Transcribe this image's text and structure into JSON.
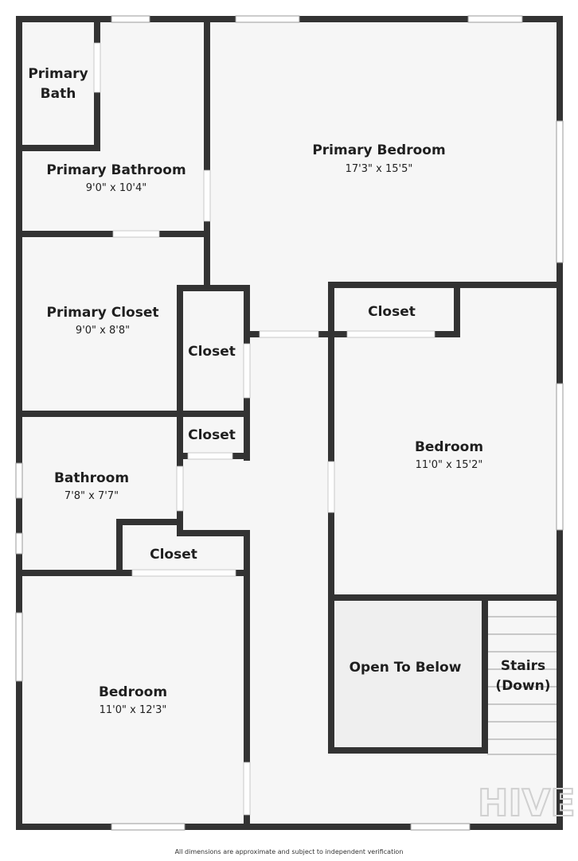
{
  "rooms": {
    "primary_bath": {
      "line1": "Primary",
      "line2": "Bath"
    },
    "primary_bathroom": {
      "name": "Primary Bathroom",
      "dims": "9'0\" x 10'4\""
    },
    "primary_bedroom": {
      "name": "Primary Bedroom",
      "dims": "17'3\" x 15'5\""
    },
    "primary_closet": {
      "name": "Primary Closet",
      "dims": "9'0\" x 8'8\""
    },
    "closet_hall_upper": {
      "name": "Closet"
    },
    "closet_hall_lower": {
      "name": "Closet"
    },
    "closet_bedroom_right": {
      "name": "Closet"
    },
    "closet_bath": {
      "name": "Closet"
    },
    "bathroom": {
      "name": "Bathroom",
      "dims": "7'8\" x 7'7\""
    },
    "bedroom_right": {
      "name": "Bedroom",
      "dims": "11'0\" x 15'2\""
    },
    "bedroom_left": {
      "name": "Bedroom",
      "dims": "11'0\" x 12'3\""
    },
    "open_to_below": {
      "name": "Open To Below"
    },
    "stairs": {
      "line1": "Stairs",
      "line2": "(Down)"
    }
  },
  "watermark": "HIVE",
  "footnote": "All dimensions are approximate and subject to independent verification",
  "colors": {
    "wall": "#333333",
    "floor": "#f6f6f6",
    "open_area": "#efefef",
    "opening": "#ffffff"
  }
}
